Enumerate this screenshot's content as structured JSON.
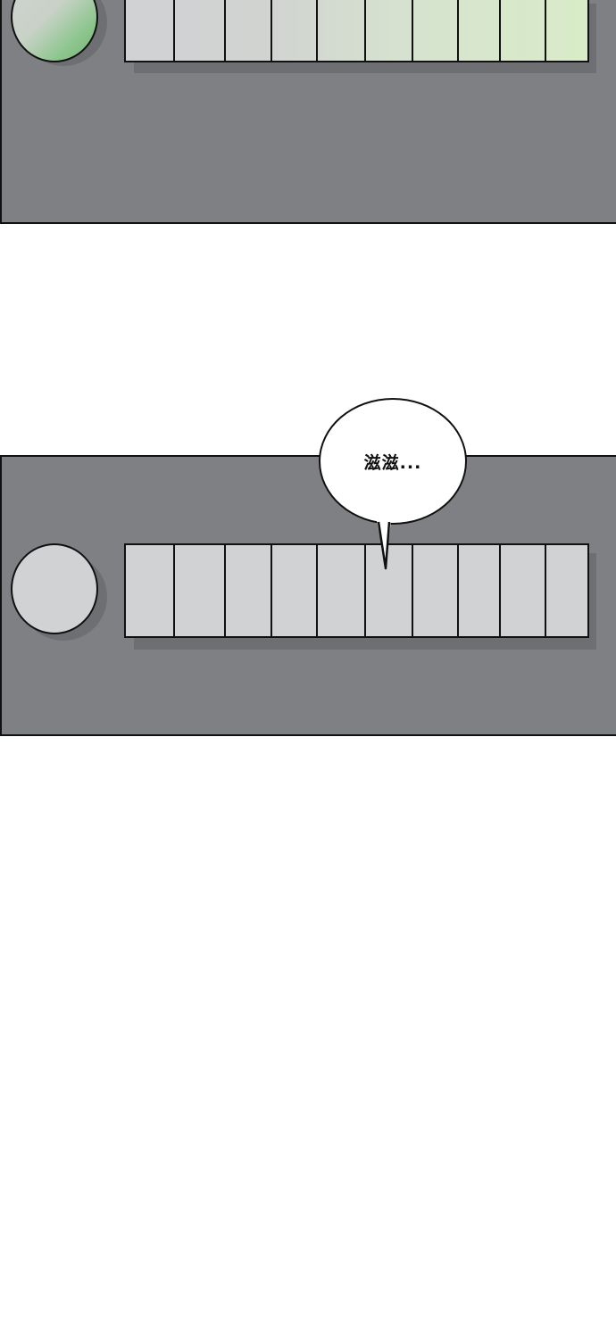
{
  "panels": [
    {
      "id": "top",
      "indicator_state": "green-lit",
      "meter_segments": 10,
      "meter_state": "green-tinted"
    },
    {
      "id": "bottom",
      "indicator_state": "off",
      "meter_segments": 10,
      "meter_state": "off"
    }
  ],
  "speech_bubble": {
    "text": "滋滋..."
  },
  "colors": {
    "panel": "#7f8084",
    "panel_shadow": "#6e6f73",
    "indicator_off": "#d1d2d4",
    "indicator_on": "#6fb56f",
    "meter_tint": "#d8ecc8",
    "outline": "#111111",
    "background": "#ffffff"
  }
}
